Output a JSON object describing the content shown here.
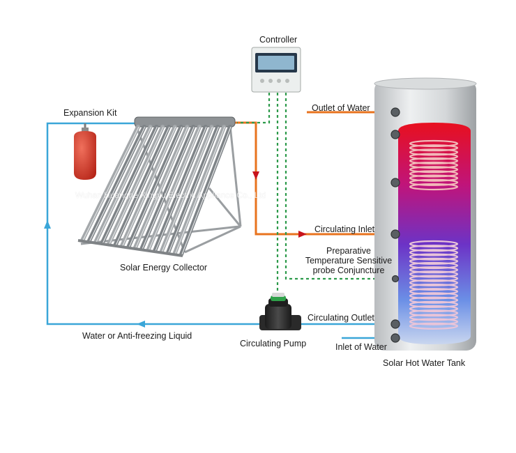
{
  "labels": {
    "controller": "Controller",
    "expansion_kit": "Expansion Kit",
    "solar_collector": "Solar Energy Collector",
    "outlet_of_water": "Outlet of Water",
    "circulating_inlet": "Circulating Inlet",
    "probe_line1": "Preparative",
    "probe_line2": "Temperature Sensitive",
    "probe_line3": "probe Conjuncture",
    "circulating_outlet": "Circulating Outlet",
    "inlet_of_water": "Inlet of Water",
    "water_or_antifreeze": "Water or Anti-freezing Liquid",
    "circulating_pump": "Circulating Pump",
    "solar_hot_water_tank": "Solar Hot Water Tank"
  },
  "watermark": "Wuhan Huanghe Xingyu Electric Appliance Co., Ltd",
  "colors": {
    "cold_pipe": "#3aa6d8",
    "hot_pipe": "#e8731e",
    "signal_wire": "#2c9a4a",
    "tank_hot": "#e0102a",
    "tank_mid": "#7a2fc0",
    "tank_cold": "#6fa0e8",
    "expansion_tank": "#d83a2e"
  }
}
